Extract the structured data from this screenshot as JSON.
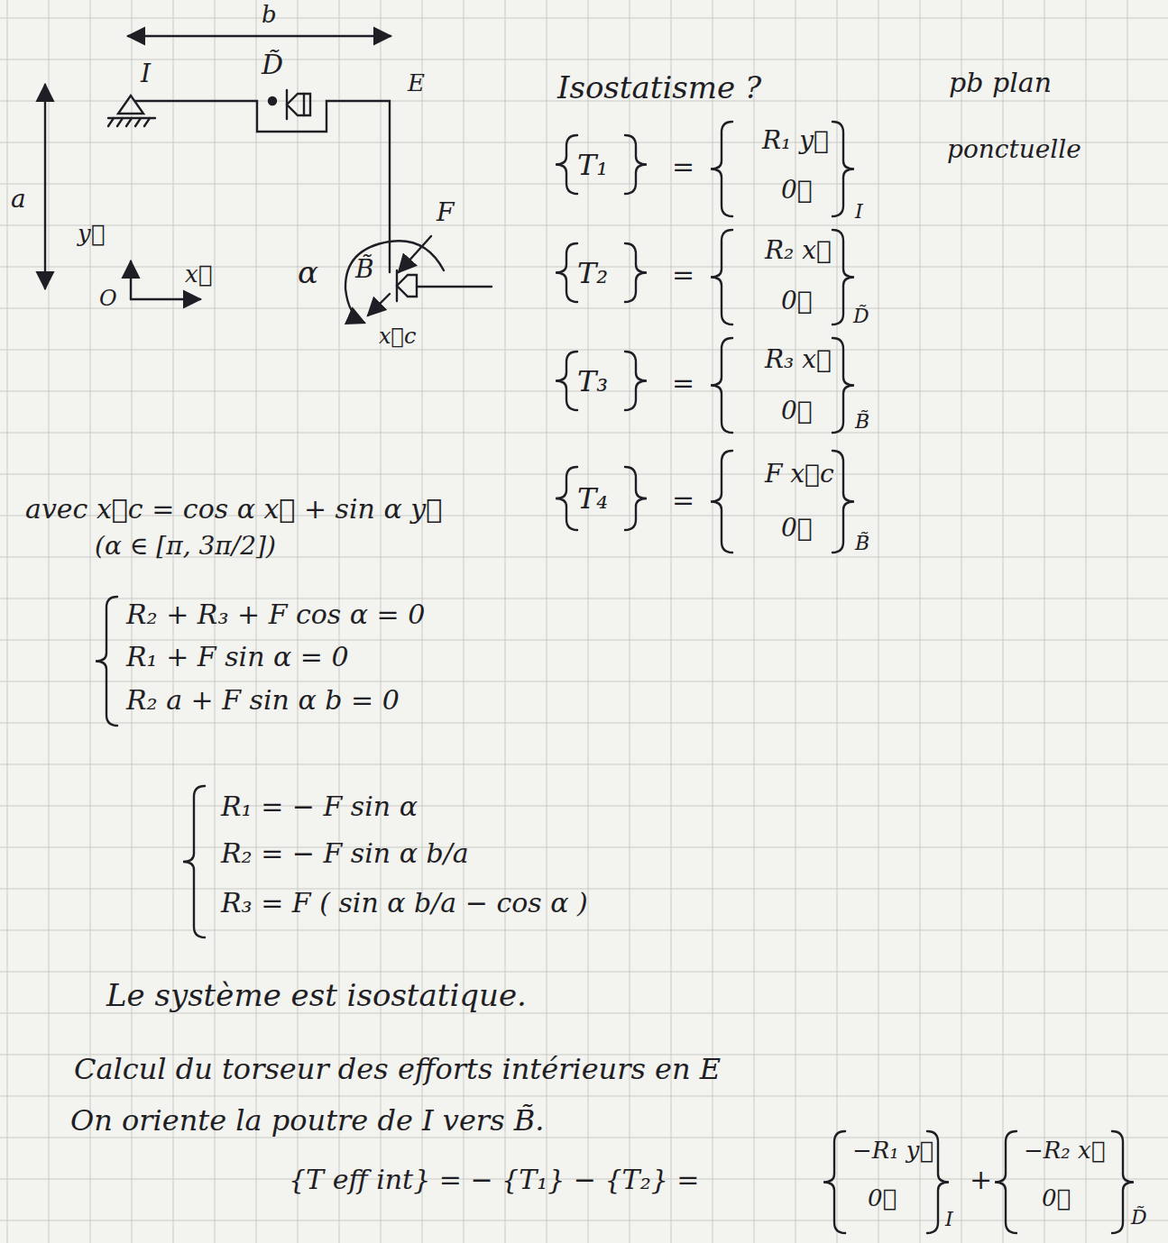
{
  "diagram": {
    "labels": [
      "b",
      "D̃",
      "I",
      "E",
      "Isostatisme ?",
      "pb plan",
      "ponctuelle",
      "T₁",
      "=",
      "R₁ y⃗",
      "0⃗",
      "I",
      "a",
      "y⃗",
      "F",
      "T₂",
      "=",
      "R₂ x⃗",
      "α",
      "B̃",
      "0⃗",
      "D̃",
      "O",
      "x⃗",
      "x⃗c",
      "T₃",
      "=",
      "R₃ x⃗",
      "0⃗",
      "B̃",
      "avec x⃗c = cos α x⃗ + sin α y⃗",
      "T₄",
      "=",
      "F x⃗c",
      "0⃗",
      "B̃",
      "(α ∈ [π, 3π/2])",
      "R₂ + R₃ + F cos α = 0",
      "R₁ + F sin α = 0",
      "R₂ a + F sin α b = 0",
      "R₁ = − F sin α",
      "R₂ = − F sin α b/a",
      "R₃ = F ( sin α b/a − cos α )",
      "Le système est isostatique.",
      "Calcul du torseur des efforts intérieurs en E",
      "On oriente la poutre de I vers B̃.",
      "{T eff int} = − {T₁} − {T₂} =",
      "−R₁ y⃗",
      "0⃗",
      "I",
      "+",
      "−R₂ x⃗",
      "0⃗",
      "D̃"
    ]
  }
}
